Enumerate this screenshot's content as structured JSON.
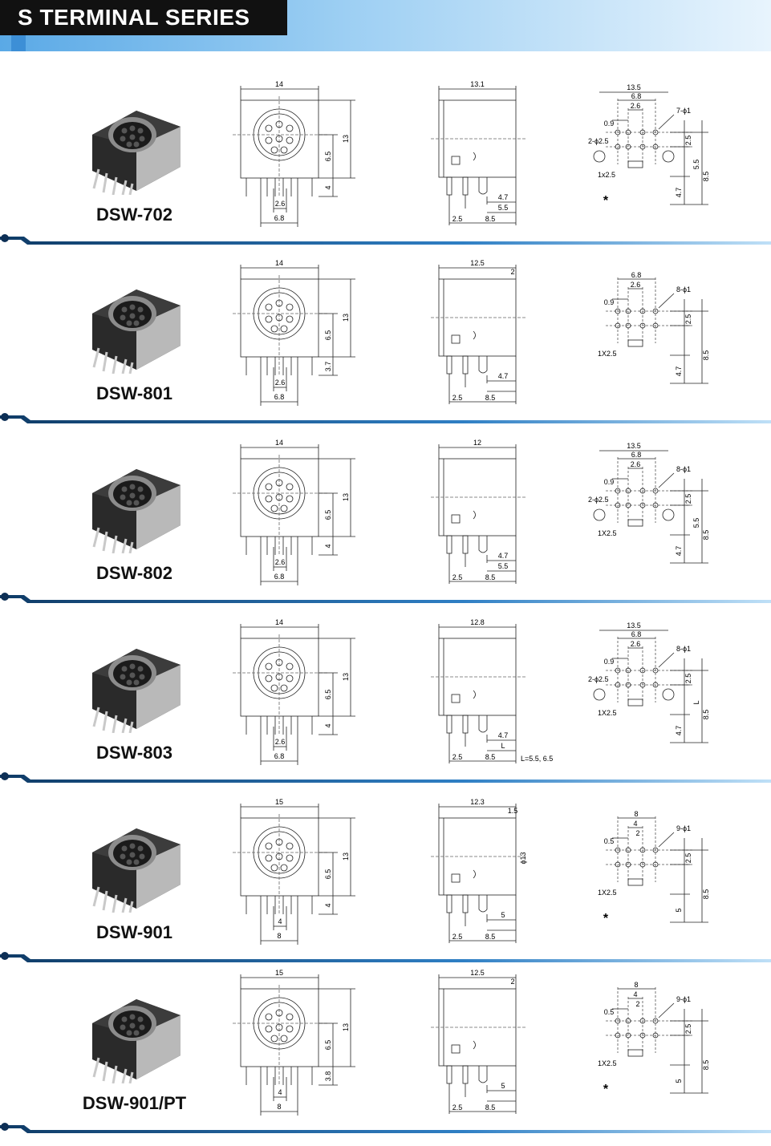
{
  "header": {
    "title": "S TERMINAL SERIES"
  },
  "products": [
    {
      "model": "DSW-702",
      "front": {
        "width": "14",
        "height": "13",
        "center": "6.5",
        "lead": "4",
        "pin_gap": "2.6",
        "pin_span": "6.8"
      },
      "side": {
        "depth": "13.1",
        "d1": "4.7",
        "d2": "5.5",
        "p1": "2.5",
        "p2": "8.5"
      },
      "pcb": {
        "d_span": "6.8",
        "d_pitch": "2.6",
        "d_edge": "0.9",
        "holes": "7-ϕ1",
        "big_holes": "2-ϕ2.5",
        "slot": "1x2.5",
        "row_gap": "2.5",
        "h_total": "8.5",
        "h1": "5.5",
        "h2": "4.7",
        "width": "13.5",
        "mark": "*"
      }
    },
    {
      "model": "DSW-801",
      "front": {
        "width": "14",
        "height": "13",
        "center": "6.5",
        "lead": "3.7",
        "pin_gap": "2.6",
        "pin_span": "6.8"
      },
      "side": {
        "depth": "12.5",
        "top": "2",
        "d1": "4.7",
        "p1": "2.5",
        "p2": "8.5"
      },
      "pcb": {
        "d_span": "6.8",
        "d_pitch": "2.6",
        "d_edge": "0.9",
        "holes": "8-ϕ1",
        "slot": "1X2.5",
        "row_gap": "2.5",
        "h_total": "8.5",
        "h2": "4.7"
      }
    },
    {
      "model": "DSW-802",
      "front": {
        "width": "14",
        "height": "13",
        "center": "6.5",
        "lead": "4",
        "pin_gap": "2.6",
        "pin_span": "6.8"
      },
      "side": {
        "depth": "12",
        "d1": "4.7",
        "d2": "5.5",
        "p1": "2.5",
        "p2": "8.5"
      },
      "pcb": {
        "width": "13.5",
        "d_span": "6.8",
        "d_pitch": "2.6",
        "d_edge": "0.9",
        "holes": "8-ϕ1",
        "big_holes": "2-ϕ2.5",
        "slot": "1X2.5",
        "row_gap": "2.5",
        "h_total": "8.5",
        "h1": "5.5",
        "h2": "4.7"
      }
    },
    {
      "model": "DSW-803",
      "front": {
        "width": "14",
        "height": "13",
        "center": "6.5",
        "lead": "4",
        "pin_gap": "2.6",
        "pin_span": "6.8"
      },
      "side": {
        "depth": "12.8",
        "d1": "4.7",
        "d2": "L",
        "p1": "2.5",
        "p2": "8.5",
        "note": "L=5.5, 6.5"
      },
      "pcb": {
        "width": "13.5",
        "d_span": "6.8",
        "d_pitch": "2.6",
        "d_edge": "0.9",
        "holes": "8-ϕ1",
        "big_holes": "2-ϕ2.5",
        "slot": "1X2.5",
        "row_gap": "2.5",
        "h_total": "8.5",
        "h1": "L",
        "h2": "4.7"
      }
    },
    {
      "model": "DSW-901",
      "front": {
        "width": "15",
        "height": "13",
        "center": "6.5",
        "lead": "4",
        "pin_gap": "4",
        "pin_span": "8"
      },
      "side": {
        "depth": "12.3",
        "top": "1.5",
        "dia": "ϕ13",
        "d1": "5",
        "p1": "2.5",
        "p2": "8.5"
      },
      "pcb": {
        "d_span": "8",
        "d_pitch": "4",
        "d_mid": "2",
        "d_edge": "0.5",
        "holes": "9-ϕ1",
        "slot": "1X2.5",
        "row_gap": "2.5",
        "h_total": "8.5",
        "h2": "5",
        "mark": "*"
      }
    },
    {
      "model": "DSW-901/PT",
      "front": {
        "width": "15",
        "height": "13",
        "center": "6.5",
        "lead": "3.8",
        "pin_gap": "4",
        "pin_span": "8"
      },
      "side": {
        "depth": "12.5",
        "top": "2",
        "d1": "5",
        "p1": "2.5",
        "p2": "8.5"
      },
      "pcb": {
        "d_span": "8",
        "d_pitch": "4",
        "d_mid": "2",
        "d_edge": "0.5",
        "holes": "9-ϕ1",
        "slot": "1X2.5",
        "row_gap": "2.5",
        "h_total": "8.5",
        "h2": "5",
        "mark": "*"
      }
    }
  ]
}
